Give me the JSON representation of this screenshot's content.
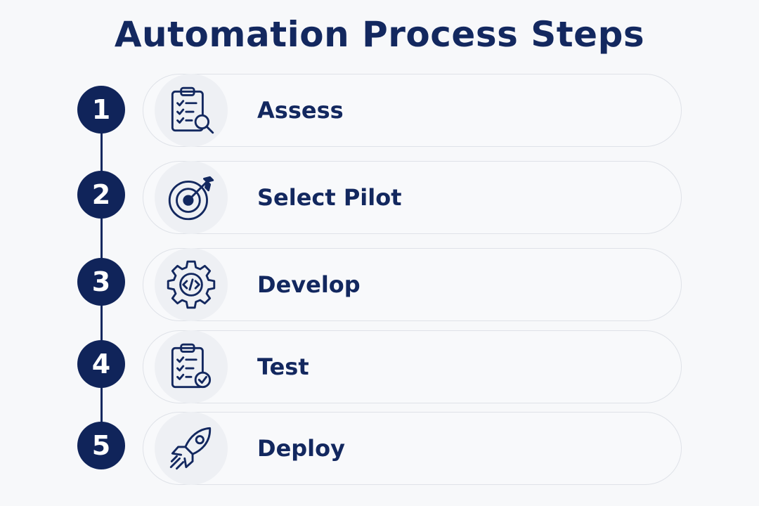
{
  "title": "Automation Process Steps",
  "colors": {
    "primary": "#13285f",
    "background": "#f7f8fa",
    "card_border": "#dfe2e8"
  },
  "steps": [
    {
      "number": "1",
      "label": "Assess",
      "icon": "clipboard-magnifier-icon"
    },
    {
      "number": "2",
      "label": "Select Pilot",
      "icon": "target-arrow-icon"
    },
    {
      "number": "3",
      "label": "Develop",
      "icon": "gear-code-icon"
    },
    {
      "number": "4",
      "label": "Test",
      "icon": "clipboard-check-icon"
    },
    {
      "number": "5",
      "label": "Deploy",
      "icon": "rocket-icon"
    }
  ]
}
